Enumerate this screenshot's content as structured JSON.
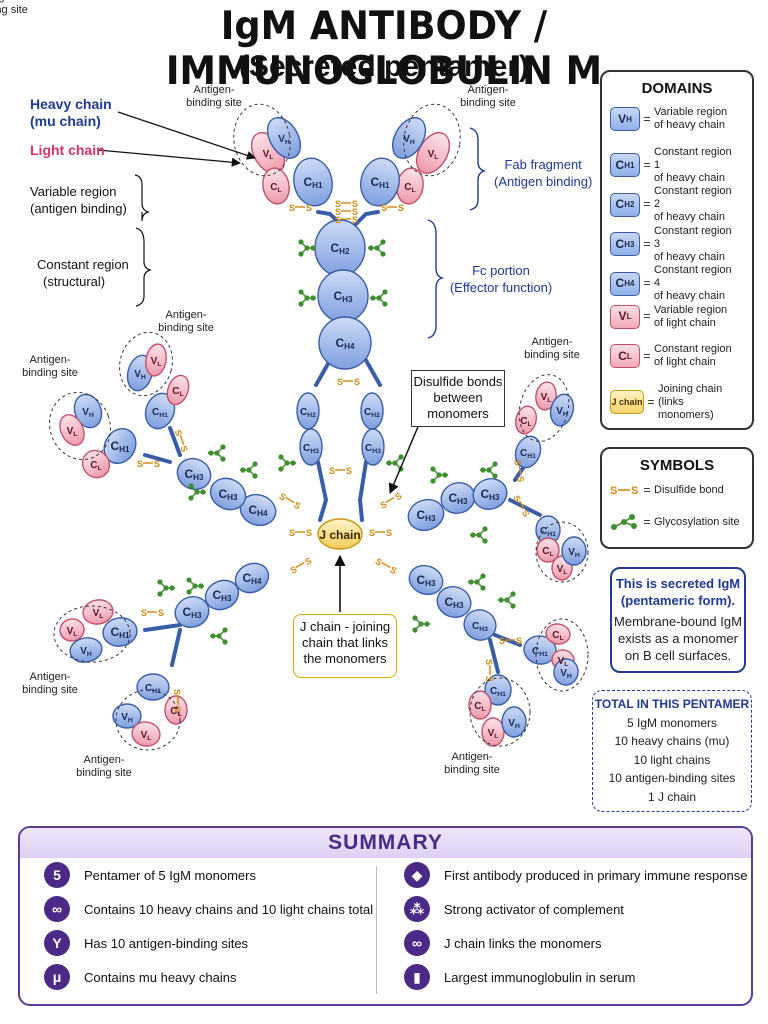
{
  "title": "IgM ANTIBODY / IMMUNOGLOBULIN M",
  "subtitle": "(Secreted pentamer)",
  "left_labels": {
    "heavy_chain": "Heavy chain",
    "heavy_chain_sub": "(mu chain)",
    "light_chain": "Light chain",
    "variable_region": "Variable region",
    "variable_region_sub": "(antigen binding)",
    "constant_region": "Constant region",
    "constant_region_sub": "(structural)"
  },
  "right_labels": {
    "fab": "Fab fragment",
    "fab_sub": "(Antigen binding)",
    "fc": "Fc portion",
    "fc_sub": "(Effector function)"
  },
  "antigen_site_line1": "Antigen-",
  "antigen_site_line2": "binding site",
  "domain_labels": {
    "vh": "V",
    "vl": "V",
    "ch1": "C",
    "cl": "C",
    "sub_h": "H",
    "sub_l": "L",
    "n1": "1",
    "n2": "2",
    "n3": "3",
    "n4": "4"
  },
  "ss_label": "S",
  "ss_dash": "—",
  "j_chain_label": "J chain",
  "callouts": {
    "disulfide": [
      "Disulfide bonds",
      "between",
      "monomers"
    ],
    "jchain": [
      "J chain - joining",
      "chain that links",
      "the monomers"
    ]
  },
  "domains_panel": {
    "title": "DOMAINS",
    "rows": [
      {
        "sym": "V",
        "sub": "H",
        "desc1": "Variable region",
        "desc2": "of heavy chain"
      },
      {
        "sym": "C",
        "sub": "H1",
        "desc1": "Constant region 1",
        "desc2": "of heavy chain"
      },
      {
        "sym": "C",
        "sub": "H2",
        "desc1": "Constant region 2",
        "desc2": "of heavy chain"
      },
      {
        "sym": "C",
        "sub": "H3",
        "desc1": "Constant region 3",
        "desc2": "of heavy chain"
      },
      {
        "sym": "C",
        "sub": "H4",
        "desc1": "Constant region 4",
        "desc2": "of heavy chain"
      },
      {
        "sym": "V",
        "sub": "L",
        "desc1": "Variable region",
        "desc2": "of light chain"
      },
      {
        "sym": "C",
        "sub": "L",
        "desc1": "Constant region",
        "desc2": "of light chain"
      },
      {
        "sym": "J chain",
        "sub": "",
        "desc1": "Joining chain",
        "desc2": "(links monomers)"
      }
    ],
    "eq": "="
  },
  "symbols_panel": {
    "title": "SYMBOLS",
    "disulfide": "Disulfide bond",
    "glyco": "Glycosylation site"
  },
  "secreted_note": {
    "line1": "This is secreted IgM",
    "line2": "(pentameric form).",
    "line3": "Membrane-bound IgM",
    "line4": "exists as a monomer",
    "line5": "on B cell surfaces."
  },
  "total_panel": {
    "title": "TOTAL IN THIS PENTAMER",
    "items": [
      "5 IgM monomers",
      "10 heavy chains (mu)",
      "10 light chains",
      "10 antigen-binding sites",
      "1 J chain"
    ]
  },
  "summary": {
    "title": "SUMMARY",
    "left": [
      {
        "icon": "5",
        "text": "Pentamer of 5 IgM monomers"
      },
      {
        "icon": "∞",
        "text": "Contains 10 heavy chains and 10 light chains total"
      },
      {
        "icon": "Y",
        "text": "Has 10 antigen-binding sites"
      },
      {
        "icon": "μ",
        "text": "Contains mu heavy chains"
      }
    ],
    "right": [
      {
        "icon": "◆",
        "text": "First antibody produced in primary immune response"
      },
      {
        "icon": "⁂",
        "text": "Strong activator of complement"
      },
      {
        "icon": "∞",
        "text": "J chain links the monomers"
      },
      {
        "icon": "▮",
        "text": "Largest immunoglobulin in serum"
      }
    ]
  },
  "colors": {
    "heavy": "#8fb0e8",
    "heavy_stroke": "#3a5da8",
    "light": "#f2a8b8",
    "light_stroke": "#c4506a",
    "ss": "#d18a12",
    "glyco": "#3f8f2f",
    "jchain": "#f6d36a",
    "navy": "#1f3a93",
    "pink": "#d6336c",
    "purple": "#4a2a86"
  }
}
